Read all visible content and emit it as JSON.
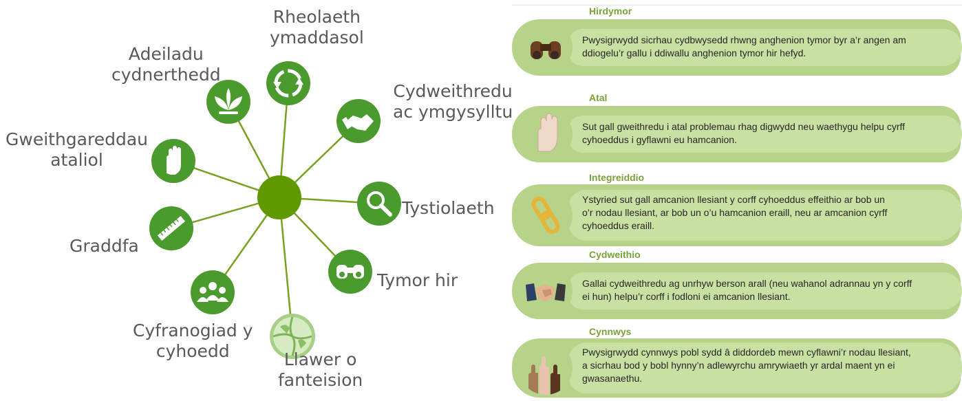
{
  "radial": {
    "spokes": [
      {
        "name": "rheolaeth",
        "label": [
          "Rheolaeth",
          "ymaddasol"
        ],
        "icon": "recycle-arrows-icon"
      },
      {
        "name": "cydweithredu",
        "label": [
          "Cydweithredu",
          "ac ymgysylltu"
        ],
        "icon": "handshake-icon"
      },
      {
        "name": "tystiolaeth",
        "label": [
          "Tystiolaeth"
        ],
        "icon": "magnifier-icon"
      },
      {
        "name": "tymor-hir",
        "label": [
          "Tymor hir"
        ],
        "icon": "binoculars-icon"
      },
      {
        "name": "llawer",
        "label": [
          "Llawer o",
          "fanteision"
        ],
        "icon": "globe-puzzle-icon"
      },
      {
        "name": "cyfranogiad",
        "label": [
          "Cyfranogiad y",
          "cyhoedd"
        ],
        "icon": "people-group-icon"
      },
      {
        "name": "graddfa",
        "label": [
          "Graddfa"
        ],
        "icon": "ruler-icon"
      },
      {
        "name": "gweithgareddau",
        "label": [
          "Gweithgareddau",
          "ataliol"
        ],
        "icon": "raised-hand-icon"
      },
      {
        "name": "adeiladu",
        "label": [
          "Adeiladu",
          "cydnerthedd"
        ],
        "icon": "seedling-icon"
      }
    ],
    "colors": {
      "green": "#4a9a2e",
      "hub": "#5e9900",
      "spoke": "#77a11f",
      "label": "#595959"
    }
  },
  "principles": [
    {
      "title": "Hirdymor",
      "icon": "binoculars-icon",
      "text": [
        "Pwysigrwydd sicrhau cydbwysedd rhwng anghenion tymor byr a’r angen am",
        "ddiogelu’r gallu i ddiwallu anghenion tymor hir hefyd."
      ]
    },
    {
      "title": "Atal",
      "icon": "raised-hand-icon",
      "text": [
        "Sut gall gweithredu i atal problemau rhag digwydd neu waethygu helpu cyrff",
        "cyhoeddus i gyflawni eu hamcanion."
      ]
    },
    {
      "title": "Integreiddio",
      "icon": "chain-link-icon",
      "text": [
        "Ystyried sut gall amcanion llesiant y corff cyhoeddus effeithio ar bob un",
        "o’r nodau llesiant, ar bob un o’u hamcanion eraill, neu ar amcanion cyrff",
        "cyhoeddus eraill."
      ]
    },
    {
      "title": "Cydweithio",
      "icon": "handshake-icon",
      "text": [
        "Gallai cydweithredu ag unrhyw berson arall (neu wahanol adrannau yn y corff",
        "ei hun) helpu’r corff i fodloni ei amcanion llesiant."
      ]
    },
    {
      "title": "Cynnwys",
      "icon": "raised-hands-icon",
      "text": [
        "Pwysigrwydd cynnwys pobl sydd â diddordeb mewn cyflawni’r nodau llesiant,",
        "a sicrhau bod y bobl hynny’n adlewyrchu amrywiaeth yr ardal maent yn ei",
        "gwasanaethu."
      ]
    }
  ],
  "principle_colors": {
    "title": "#7aa23a",
    "band": "#b7d38a",
    "bubble": "#c9e0a3",
    "text": "#262626"
  }
}
